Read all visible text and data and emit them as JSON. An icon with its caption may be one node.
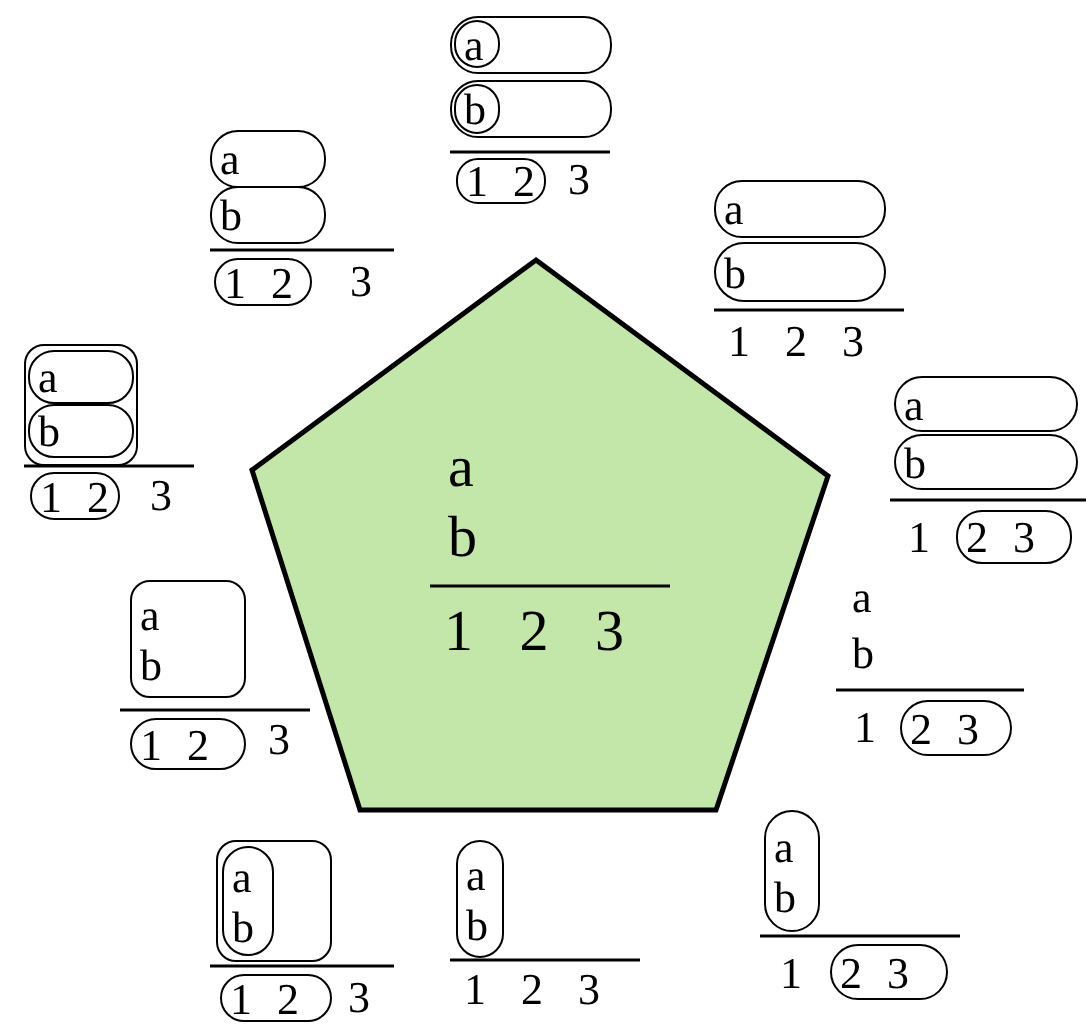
{
  "diagram": {
    "nodes": [
      {
        "text": [
          "a",
          "b",
          "1 2 3"
        ]
      },
      {
        "text": [],
        "shape": "box"
      },
      {
        "text": [
          "a"
        ],
        "in": 1
      },
      {
        "text": [],
        "shape": "box"
      },
      {
        "text": [
          "b"
        ],
        "in": 3
      },
      {
        "text": [
          "1 2"
        ]
      },
      {
        "text": [
          "a"
        ]
      },
      {
        "text": [
          "b"
        ]
      },
      {
        "text": [
          "a"
        ]
      },
      {
        "text": [
          "b"
        ]
      },
      {
        "text": [
          "2 3"
        ]
      },
      {
        "text": [
          "2 3"
        ]
      },
      {
        "text": [
          "a",
          "b"
        ]
      },
      {
        "text": [
          "2 3"
        ]
      },
      {
        "text": [
          "a",
          "b"
        ]
      },
      {
        "text": [],
        "shape": "box"
      },
      {
        "text": [
          "a",
          "b"
        ],
        "in": 15
      },
      {
        "text": [
          "1 2"
        ]
      },
      {
        "text": [
          "a",
          "b"
        ]
      },
      {
        "text": [
          "1 2"
        ]
      },
      {
        "text": [],
        "shape": "box"
      },
      {
        "text": [
          "a"
        ],
        "in": 20
      },
      {
        "text": [
          "b"
        ],
        "in": 20
      },
      {
        "text": [
          "1 2"
        ]
      },
      {
        "text": [
          "a"
        ]
      },
      {
        "text": [
          "b"
        ]
      },
      {
        "text": [
          "1 2"
        ]
      }
    ],
    "labels": [
      "3",
      "1 2 3",
      "1",
      "a",
      "b",
      "1",
      "1",
      "1 2 3",
      "3",
      "3",
      "3",
      "3"
    ]
  }
}
